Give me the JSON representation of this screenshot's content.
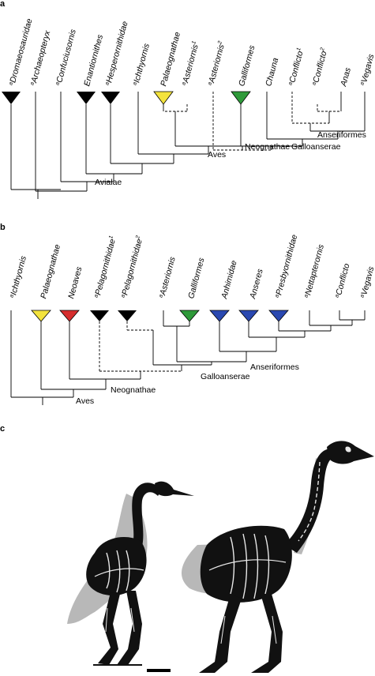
{
  "panels": {
    "a": {
      "label": "a"
    },
    "b": {
      "label": "b"
    },
    "c": {
      "label": "c"
    }
  },
  "colors": {
    "black": "#000000",
    "yellow": "#f3e33d",
    "green": "#2f9a3a",
    "red": "#d62e2e",
    "blue": "#2a48b0"
  },
  "treeA": {
    "taxa": [
      {
        "prefix": "a",
        "name": "Dromaeosauridae",
        "sup": ""
      },
      {
        "prefix": "a",
        "name": "Archaeopteryx",
        "sup": ""
      },
      {
        "prefix": "a",
        "name": "Confuciusornis",
        "sup": ""
      },
      {
        "prefix": "",
        "name": "Enantiornithes",
        "sup": ""
      },
      {
        "prefix": "a",
        "name": "Hesperornithidae",
        "sup": ""
      },
      {
        "prefix": "a",
        "name": "Ichthyornis",
        "sup": ""
      },
      {
        "prefix": "",
        "name": "Palaeognathae",
        "sup": ""
      },
      {
        "prefix": "a",
        "name": "Asteriornis",
        "sup": "1"
      },
      {
        "prefix": "a",
        "name": "Asteriornis",
        "sup": "2"
      },
      {
        "prefix": "",
        "name": "Galliformes",
        "sup": ""
      },
      {
        "prefix": "",
        "name": "Chauna",
        "sup": ""
      },
      {
        "prefix": "a",
        "name": "Conflicto",
        "sup": "1"
      },
      {
        "prefix": "a",
        "name": "Conflicto",
        "sup": "2"
      },
      {
        "prefix": "",
        "name": "Anas",
        "sup": ""
      },
      {
        "prefix": "a",
        "name": "Vegavis",
        "sup": ""
      }
    ],
    "clades": [
      "Anseriformes",
      "Galloanserae",
      "Neognathae",
      "Aves",
      "Avialae"
    ]
  },
  "treeB": {
    "taxa": [
      {
        "prefix": "a",
        "name": "Ichthyornis",
        "sup": ""
      },
      {
        "prefix": "",
        "name": "Palaeognathae",
        "sup": ""
      },
      {
        "prefix": "",
        "name": "Neoaves",
        "sup": ""
      },
      {
        "prefix": "a",
        "name": "Pelagornithidae",
        "sup": "1"
      },
      {
        "prefix": "a",
        "name": "Pelagornithidae",
        "sup": "2"
      },
      {
        "prefix": "a",
        "name": "Asteriornis",
        "sup": ""
      },
      {
        "prefix": "",
        "name": "Galliformes",
        "sup": ""
      },
      {
        "prefix": "",
        "name": "Anhimidae",
        "sup": ""
      },
      {
        "prefix": "",
        "name": "Anseres",
        "sup": ""
      },
      {
        "prefix": "a",
        "name": "Presbyornithidae",
        "sup": ""
      },
      {
        "prefix": "a",
        "name": "Nettapterornis",
        "sup": ""
      },
      {
        "prefix": "a",
        "name": "Conflicto",
        "sup": ""
      },
      {
        "prefix": "a",
        "name": "Vegavis",
        "sup": ""
      }
    ],
    "clades": [
      "Anseriformes",
      "Galloanserae",
      "Neognathae",
      "Aves"
    ]
  }
}
